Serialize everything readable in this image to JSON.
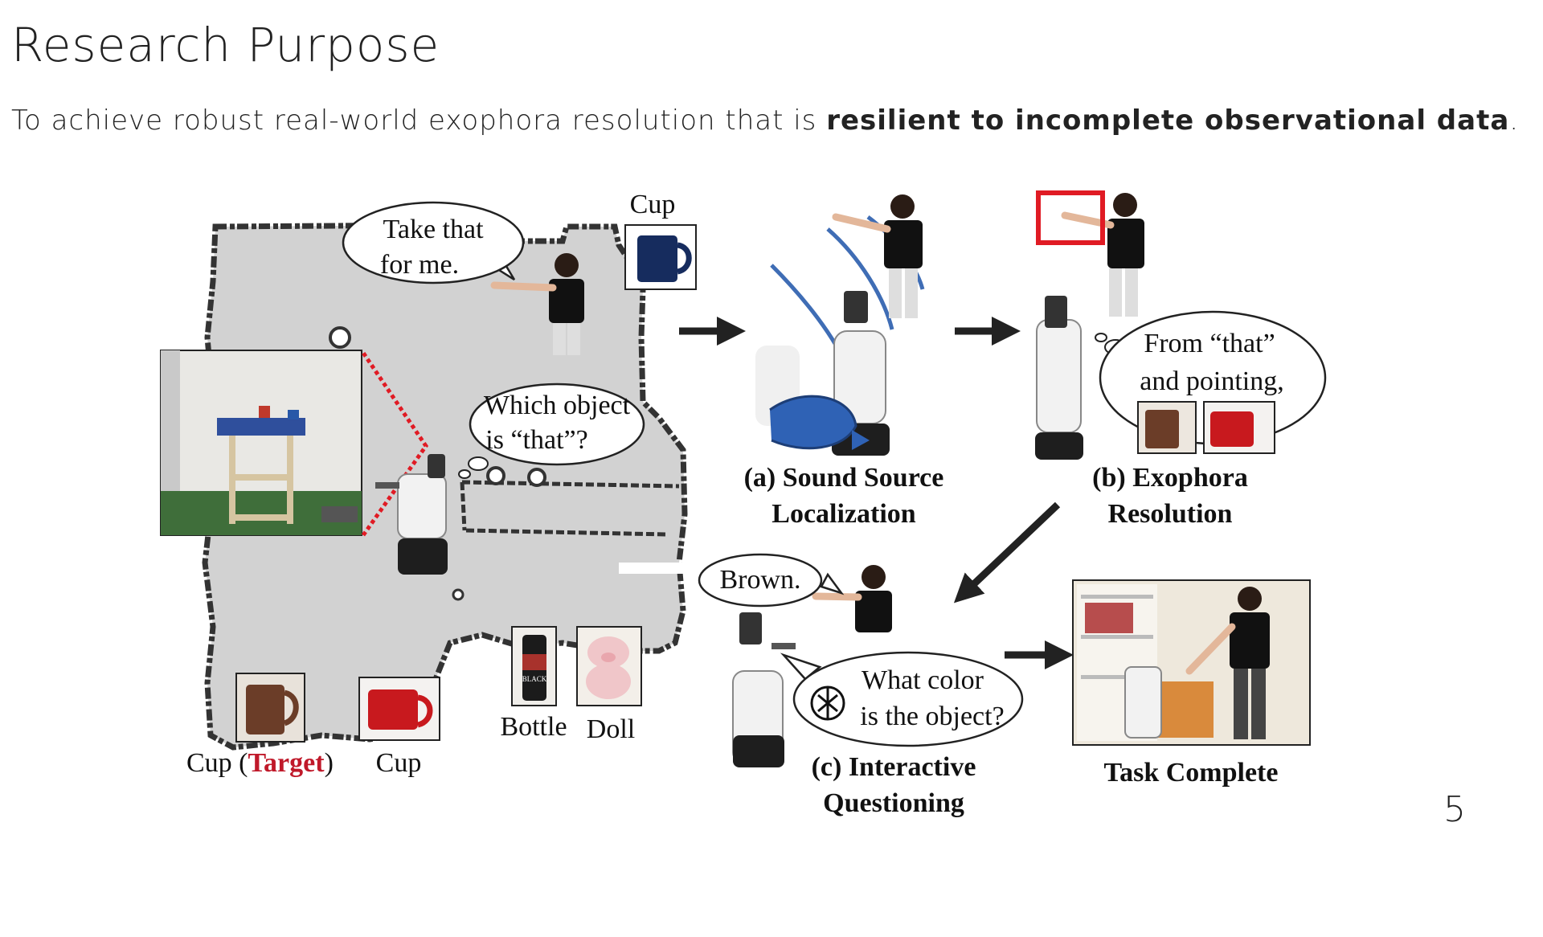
{
  "header": {
    "title": "Research Purpose",
    "subtitle_prefix": "To achieve robust real-world exophora resolution that is ",
    "subtitle_bold": "resilient to incomplete observational data",
    "subtitle_suffix": "."
  },
  "map_scene": {
    "bubble_take": [
      "Take that",
      "for me."
    ],
    "bubble_which": [
      "Which object",
      "is “that”?"
    ],
    "objects": {
      "cup_top": "Cup",
      "cup_target_prefix": "Cup (",
      "cup_target_word": "Target",
      "cup_target_suffix": ")",
      "cup_red": "Cup",
      "bottle": "Bottle",
      "doll": "Doll",
      "bottle_brand": "BLACK"
    }
  },
  "steps": {
    "a": [
      "(a) Sound Source",
      "Localization"
    ],
    "b": [
      "(b) Exophora",
      "Resolution"
    ],
    "c": [
      "(c) Interactive",
      "Questioning"
    ],
    "complete": "Task Complete",
    "bubble_from": [
      "From “that”",
      "and pointing,"
    ],
    "bubble_brown": "Brown.",
    "bubble_color": [
      "What color",
      "is the object?"
    ]
  },
  "colors": {
    "map_fill": "#d2d2d2",
    "map_wall": "#333333",
    "target_red": "#c0192a",
    "arrow": "#222222",
    "sound_wave": "#3f6db5",
    "highlight_box": "#e01b24",
    "brown_cup": "#6b3d28",
    "red_cup": "#c8191e"
  },
  "page": {
    "number": "5"
  }
}
